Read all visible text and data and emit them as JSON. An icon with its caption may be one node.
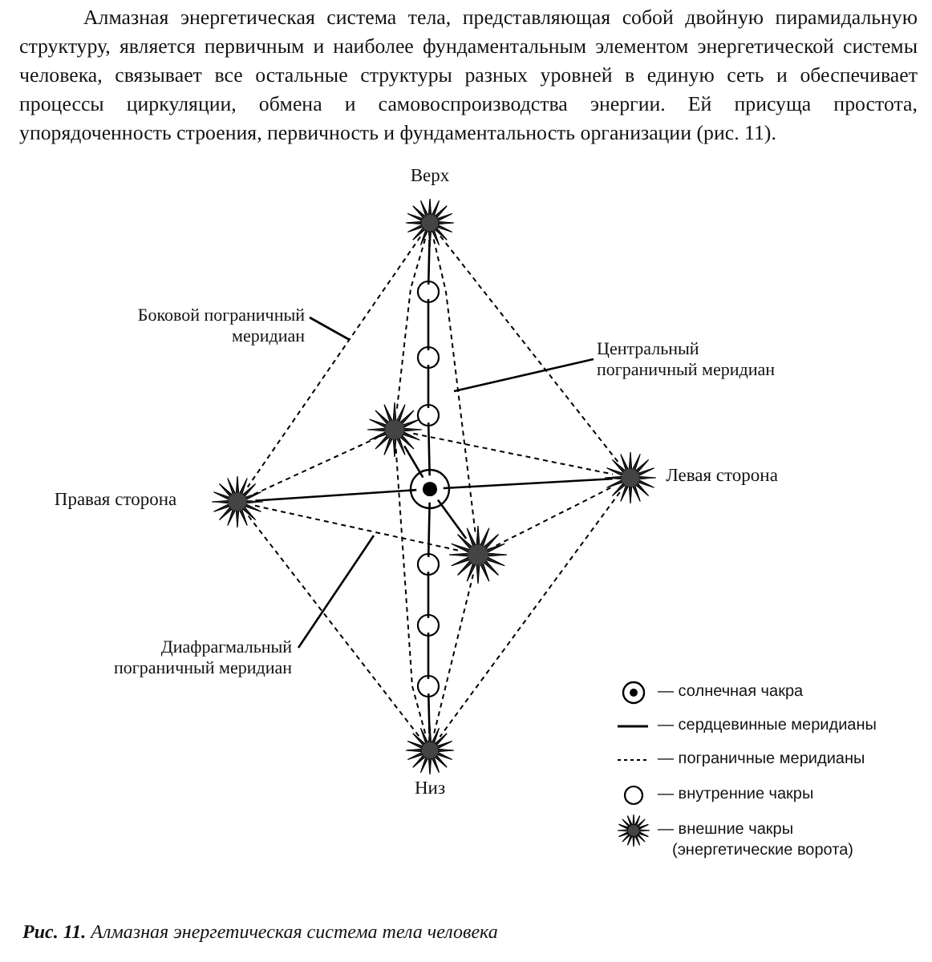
{
  "diagram": {
    "caption": "**Рис. 11.** Алмазная энергетическая система тела человека",
    "nodes": [
      {
        "text": [],
        "shape": "star",
        "beside": [
          "Верх"
        ]
      },
      {
        "text": [],
        "shape": "star"
      },
      {
        "text": [],
        "shape": "circle"
      },
      {
        "text": [],
        "shape": "circle"
      },
      {
        "text": [],
        "shape": "circle"
      },
      {
        "text": [],
        "shape": "star",
        "beside": [
          "Правая сторона"
        ]
      },
      {
        "text": [],
        "shape": "target"
      },
      {
        "text": [],
        "shape": "star",
        "beside": [
          "Левая сторона"
        ]
      },
      {
        "text": [],
        "shape": "star"
      },
      {
        "text": [],
        "shape": "circle"
      },
      {
        "text": [],
        "shape": "circle"
      },
      {
        "text": [],
        "shape": "circle"
      },
      {
        "text": [],
        "shape": "star",
        "beside": [
          "Низ"
        ]
      },
      {
        "text": [
          "Боковой пограничный меридиан"
        ]
      },
      {
        "text": [
          "Центральный пограничный меридиан"
        ]
      },
      {
        "text": [
          "Диафрагмальный пограничный меридиан"
        ]
      }
    ],
    "edges": [
      {
        "from": 0,
        "to": 2,
        "arrow": "none"
      },
      {
        "from": 2,
        "to": 3,
        "arrow": "none"
      },
      {
        "from": 3,
        "to": 4,
        "arrow": "none"
      },
      {
        "from": 4,
        "to": 6,
        "arrow": "none"
      },
      {
        "from": 6,
        "to": 9,
        "arrow": "none"
      },
      {
        "from": 9,
        "to": 10,
        "arrow": "none"
      },
      {
        "from": 10,
        "to": 11,
        "arrow": "none"
      },
      {
        "from": 11,
        "to": 12,
        "arrow": "none"
      },
      {
        "from": 5,
        "to": 6,
        "arrow": "none"
      },
      {
        "from": 6,
        "to": 7,
        "arrow": "none"
      },
      {
        "from": 1,
        "to": 6,
        "arrow": "none"
      },
      {
        "from": 6,
        "to": 8,
        "arrow": "none"
      },
      {
        "from": 0,
        "to": 5,
        "arrow": "none",
        "style": "dashed"
      },
      {
        "from": 0,
        "to": 7,
        "arrow": "none",
        "style": "dashed"
      },
      {
        "from": 5,
        "to": 12,
        "arrow": "none",
        "style": "dashed"
      },
      {
        "from": 7,
        "to": 12,
        "arrow": "none",
        "style": "dashed"
      },
      {
        "from": 0,
        "to": 1,
        "arrow": "none",
        "style": "dashed"
      },
      {
        "from": 1,
        "to": 12,
        "arrow": "none",
        "style": "dashed"
      },
      {
        "from": 0,
        "to": 8,
        "arrow": "none",
        "style": "dashed"
      },
      {
        "from": 8,
        "to": 12,
        "arrow": "none",
        "style": "dashed"
      },
      {
        "from": 5,
        "to": 1,
        "arrow": "none",
        "style": "dashed"
      },
      {
        "from": 5,
        "to": 8,
        "arrow": "none",
        "style": "dashed"
      },
      {
        "from": 1,
        "to": 7,
        "arrow": "none",
        "style": "dashed"
      },
      {
        "from": 8,
        "to": 7,
        "arrow": "none",
        "style": "dashed"
      },
      {
        "from": 13,
        "to": null,
        "arrow": "none"
      },
      {
        "from": 14,
        "to": null,
        "arrow": "none"
      },
      {
        "from": 15,
        "to": null,
        "arrow": "none"
      }
    ],
    "labels": [
      "Алмазная энергетическая система тела, представляющая собой двойную пирамидальную структуру, является первичным и наиболее фундаментальным элементом энергетической системы человека, связывает все остальные структуры разных уровней в единую сеть и обеспечивает процессы циркуляции, обмена и самовоспроизводства энергии. Ей присуща простота, упорядоченность строения, первичность и фундаментальность организации (рис. 11)."
    ],
    "legend": [
      {
        "text": "— солнечная чакра"
      },
      {
        "text": "— сердцевинные меридианы"
      },
      {
        "text": "— пограничные меридианы"
      },
      {
        "text": "— внутренние чакры"
      },
      {
        "text": "— внешние чакры (энергетические ворота)"
      }
    ]
  }
}
